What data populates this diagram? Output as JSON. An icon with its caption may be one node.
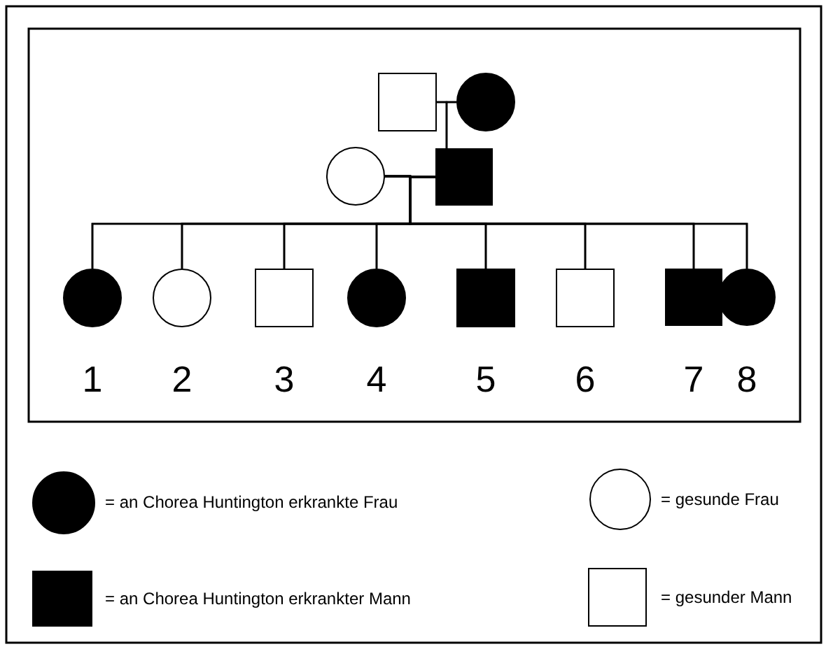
{
  "diagram": {
    "nodes": [
      {
        "text": [],
        "shape": "box"
      },
      {
        "text": [],
        "shape": "disc"
      },
      {
        "text": [],
        "shape": "circle"
      },
      {
        "text": [],
        "shape": "block"
      },
      {
        "text": [],
        "shape": "disc",
        "beside": [
          "1"
        ]
      },
      {
        "text": [],
        "shape": "circle",
        "beside": [
          "2"
        ]
      },
      {
        "text": [],
        "shape": "box",
        "beside": [
          "3"
        ]
      },
      {
        "text": [],
        "shape": "disc",
        "beside": [
          "4"
        ]
      },
      {
        "text": [],
        "shape": "block",
        "beside": [
          "5"
        ]
      },
      {
        "text": [],
        "shape": "box",
        "beside": [
          "6"
        ]
      },
      {
        "text": [],
        "shape": "block",
        "beside": [
          "7"
        ]
      },
      {
        "text": [],
        "shape": "disc",
        "beside": [
          "8"
        ]
      }
    ],
    "edges": [
      {
        "from": 0,
        "to": 1,
        "arrow": "none"
      },
      {
        "from": 0,
        "to": 3,
        "arrow": "none"
      },
      {
        "from": 1,
        "to": 3,
        "arrow": "none"
      },
      {
        "from": 2,
        "to": 3,
        "arrow": "none"
      },
      {
        "from": 2,
        "to": 4,
        "arrow": "none"
      },
      {
        "from": 3,
        "to": 4,
        "arrow": "none"
      },
      {
        "from": 2,
        "to": 5,
        "arrow": "none"
      },
      {
        "from": 3,
        "to": 5,
        "arrow": "none"
      },
      {
        "from": 2,
        "to": 6,
        "arrow": "none"
      },
      {
        "from": 3,
        "to": 6,
        "arrow": "none"
      },
      {
        "from": 2,
        "to": 7,
        "arrow": "none"
      },
      {
        "from": 3,
        "to": 7,
        "arrow": "none"
      },
      {
        "from": 2,
        "to": 8,
        "arrow": "none"
      },
      {
        "from": 3,
        "to": 8,
        "arrow": "none"
      },
      {
        "from": 2,
        "to": 9,
        "arrow": "none"
      },
      {
        "from": 3,
        "to": 9,
        "arrow": "none"
      },
      {
        "from": 2,
        "to": 10,
        "arrow": "none"
      },
      {
        "from": 3,
        "to": 10,
        "arrow": "none"
      },
      {
        "from": 2,
        "to": 11,
        "arrow": "none"
      },
      {
        "from": 3,
        "to": 11,
        "arrow": "none"
      }
    ],
    "legend": [
      {
        "text": "= an Chorea Huntington erkrankte Frau"
      },
      {
        "text": "= gesunde Frau"
      },
      {
        "text": "= an Chorea Huntington erkrankter Mann"
      },
      {
        "text": "= gesunder Mann"
      }
    ]
  }
}
